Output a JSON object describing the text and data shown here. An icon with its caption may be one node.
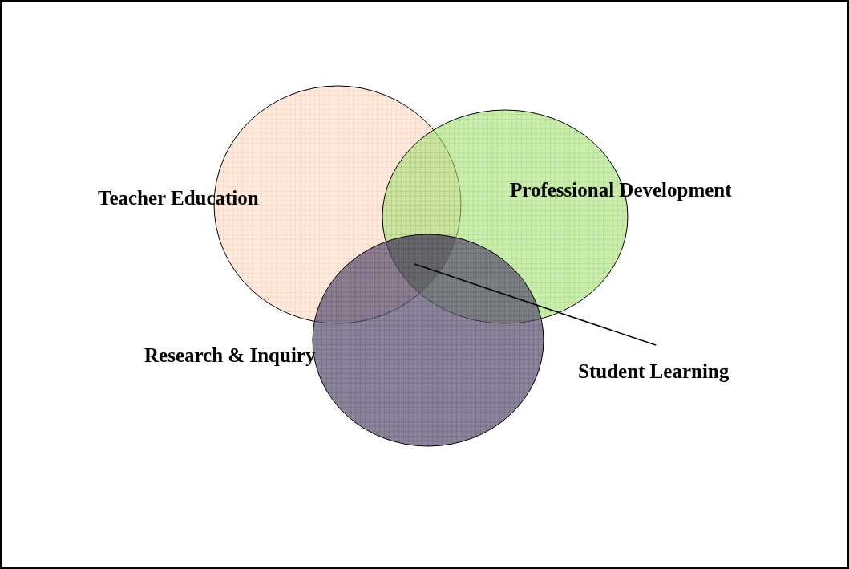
{
  "diagram": {
    "nodes": [
      {
        "text": [
          "Teacher Education"
        ]
      },
      {
        "text": [
          "Professional Development"
        ]
      },
      {
        "text": [
          "Research & Inquiry"
        ]
      },
      {
        "text": [
          "Student Learning"
        ]
      },
      {
        "text": [],
        "shape": "region"
      }
    ],
    "edges": [
      {
        "from": 3,
        "to": 4,
        "arrow": "none"
      }
    ]
  }
}
